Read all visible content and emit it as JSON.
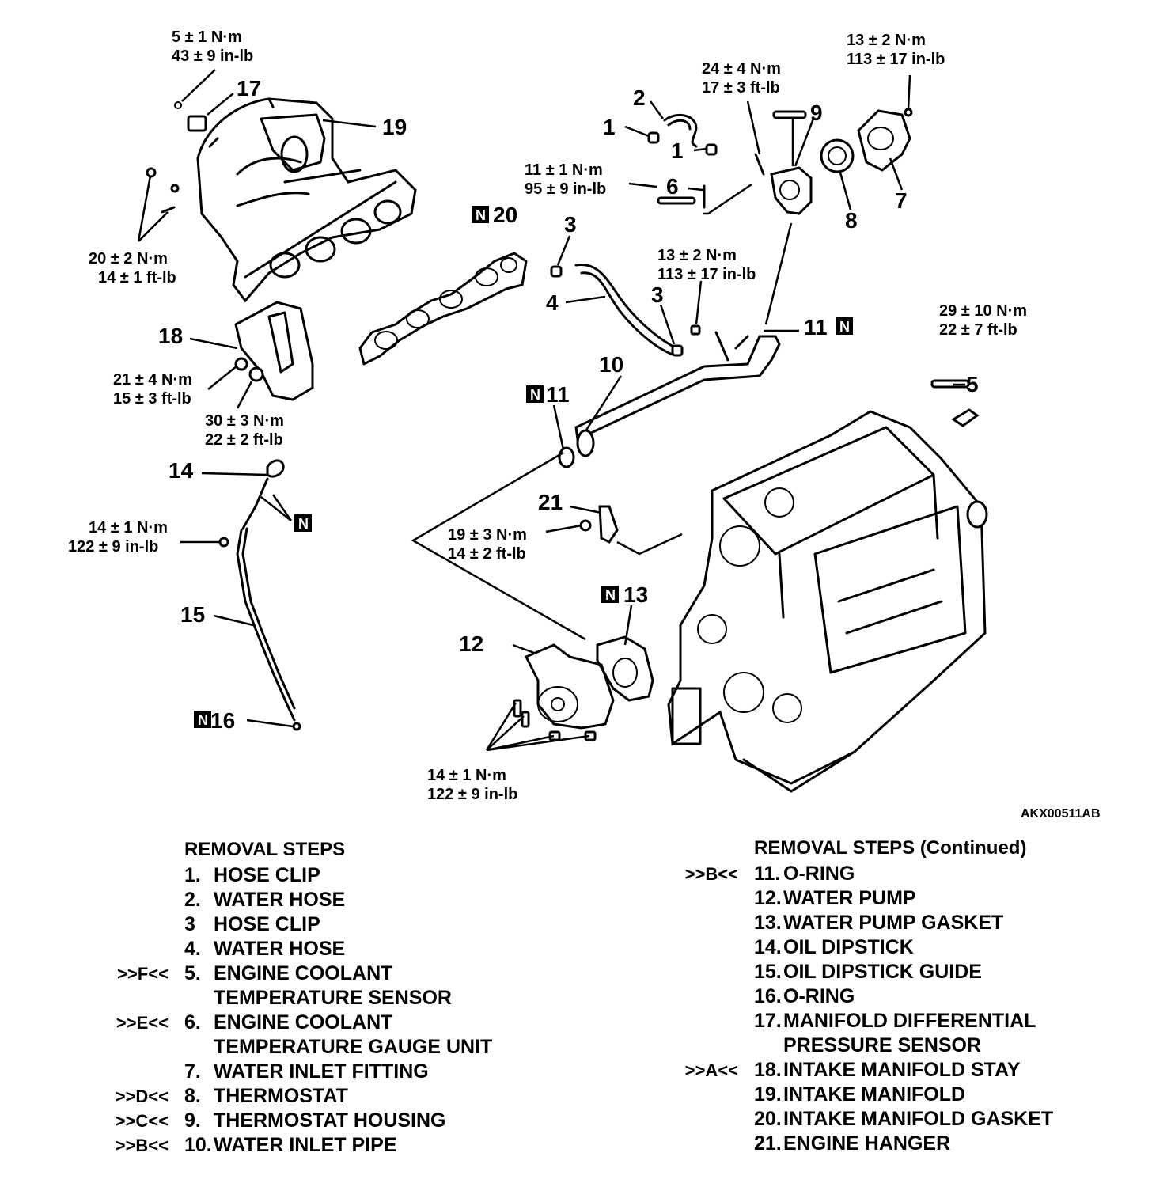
{
  "figure_id": "AKX00511AB",
  "torque": {
    "t17": [
      "5 ± 1 N·m",
      "43 ± 9 in-lb"
    ],
    "t_manifold_bolts": [
      "20 ± 2 N·m",
      "14 ± 1 ft-lb"
    ],
    "t18a": [
      "21 ± 4 N·m",
      "15 ± 3 ft-lb"
    ],
    "t18b": [
      "30 ± 3 N·m",
      "22 ± 2 ft-lb"
    ],
    "t15": [
      "14 ± 1 N·m",
      "122 ± 9 in-lb"
    ],
    "t9": [
      "24 ± 4 N·m",
      "17 ± 3 ft-lb"
    ],
    "t7": [
      "13 ± 2 N·m",
      "113 ± 17 in-lb"
    ],
    "t6": [
      "11 ± 1 N·m",
      "95 ± 9 in-lb"
    ],
    "t10": [
      "13 ± 2 N·m",
      "113 ± 17 in-lb"
    ],
    "t5": [
      "29 ± 10 N·m",
      "22 ± 7 ft-lb"
    ],
    "t21": [
      "19 ± 3 N·m",
      "14 ± 2 ft-lb"
    ],
    "t12": [
      "14 ± 1 N·m",
      "122 ± 9 in-lb"
    ]
  },
  "callouts": {
    "c1a": "1",
    "c1b": "1",
    "c2": "2",
    "c3a": "3",
    "c3b": "3",
    "c4": "4",
    "c5": "5",
    "c6": "6",
    "c7": "7",
    "c8": "8",
    "c9": "9",
    "c10": "10",
    "c11a": "11",
    "c11b": "11",
    "c12": "12",
    "c13": "13",
    "c14": "14",
    "c15": "15",
    "c16": "16",
    "c17": "17",
    "c18": "18",
    "c19": "19",
    "c20": "20",
    "c21": "21",
    "n_mark": "N"
  },
  "removal_steps": {
    "title": "REMOVAL STEPS",
    "items": [
      {
        "code": "",
        "num": "1.",
        "lines": [
          "HOSE CLIP"
        ]
      },
      {
        "code": "",
        "num": "2.",
        "lines": [
          "WATER HOSE"
        ]
      },
      {
        "code": "",
        "num": "3",
        "lines": [
          "HOSE CLIP"
        ]
      },
      {
        "code": "",
        "num": "4.",
        "lines": [
          "WATER HOSE"
        ]
      },
      {
        "code": ">>F<<",
        "num": "5.",
        "lines": [
          "ENGINE COOLANT",
          "TEMPERATURE SENSOR"
        ]
      },
      {
        "code": ">>E<<",
        "num": "6.",
        "lines": [
          "ENGINE COOLANT",
          "TEMPERATURE GAUGE UNIT"
        ]
      },
      {
        "code": "",
        "num": "7.",
        "lines": [
          "WATER INLET FITTING"
        ]
      },
      {
        "code": ">>D<<",
        "num": "8.",
        "lines": [
          "THERMOSTAT"
        ]
      },
      {
        "code": ">>C<<",
        "num": "9.",
        "lines": [
          "THERMOSTAT HOUSING"
        ]
      },
      {
        "code": ">>B<<",
        "num": "10.",
        "lines": [
          "WATER INLET PIPE"
        ]
      }
    ]
  },
  "removal_steps_continued": {
    "title": "REMOVAL STEPS (Continued)",
    "items": [
      {
        "code": ">>B<<",
        "num": "11.",
        "lines": [
          "O-RING"
        ]
      },
      {
        "code": "",
        "num": "12.",
        "lines": [
          "WATER PUMP"
        ]
      },
      {
        "code": "",
        "num": "13.",
        "lines": [
          "WATER PUMP GASKET"
        ]
      },
      {
        "code": "",
        "num": "14.",
        "lines": [
          "OIL DIPSTICK"
        ]
      },
      {
        "code": "",
        "num": "15.",
        "lines": [
          "OIL DIPSTICK GUIDE"
        ]
      },
      {
        "code": "",
        "num": "16.",
        "lines": [
          "O-RING"
        ]
      },
      {
        "code": "",
        "num": "17.",
        "lines": [
          "MANIFOLD DIFFERENTIAL",
          "PRESSURE SENSOR"
        ]
      },
      {
        "code": ">>A<<",
        "num": "18.",
        "lines": [
          "INTAKE MANIFOLD STAY"
        ]
      },
      {
        "code": "",
        "num": "19.",
        "lines": [
          "INTAKE MANIFOLD"
        ]
      },
      {
        "code": "",
        "num": "20.",
        "lines": [
          "INTAKE MANIFOLD GASKET"
        ]
      },
      {
        "code": "",
        "num": "21.",
        "lines": [
          "ENGINE HANGER"
        ]
      }
    ]
  }
}
